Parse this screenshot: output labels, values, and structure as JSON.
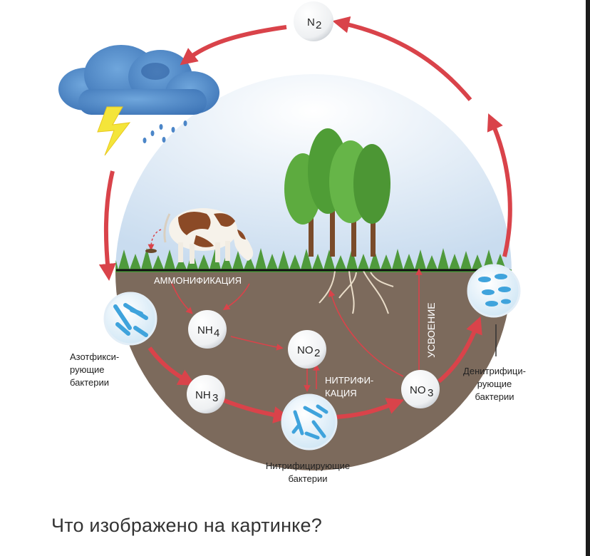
{
  "diagram": {
    "nodes": {
      "n2": {
        "main": "N",
        "sub": "2"
      },
      "nh4": {
        "main": "NH",
        "sub": "4"
      },
      "no2": {
        "main": "NO",
        "sub": "2"
      },
      "nh3": {
        "main": "NH",
        "sub": "3"
      },
      "no3": {
        "main": "NO",
        "sub": "3"
      }
    },
    "labels": {
      "ammonification": "АММОНИФИКАЦИЯ",
      "assimilation": "УСВОЕНИЕ",
      "nitrification_1": "НИТРИФИ-",
      "nitrification_2": "КАЦИЯ",
      "nitrogen_fixing_1": "Азотфикси-",
      "nitrogen_fixing_2": "рующие",
      "nitrogen_fixing_3": "бактерии",
      "denitrifying_1": "Денитрифици-",
      "denitrifying_2": "рующие",
      "denitrifying_3": "бактерии",
      "nitrifying_1": "Нитрифицирующие",
      "nitrifying_2": "бактерии"
    },
    "colors": {
      "cycle_arrow": "#d9434a",
      "sky": "#dbe8f5",
      "soil": "#7c6a5c",
      "grass": "#4f9a3c",
      "bacteria": "#3fa3dc"
    }
  },
  "question": "Что изображено на картинке?"
}
